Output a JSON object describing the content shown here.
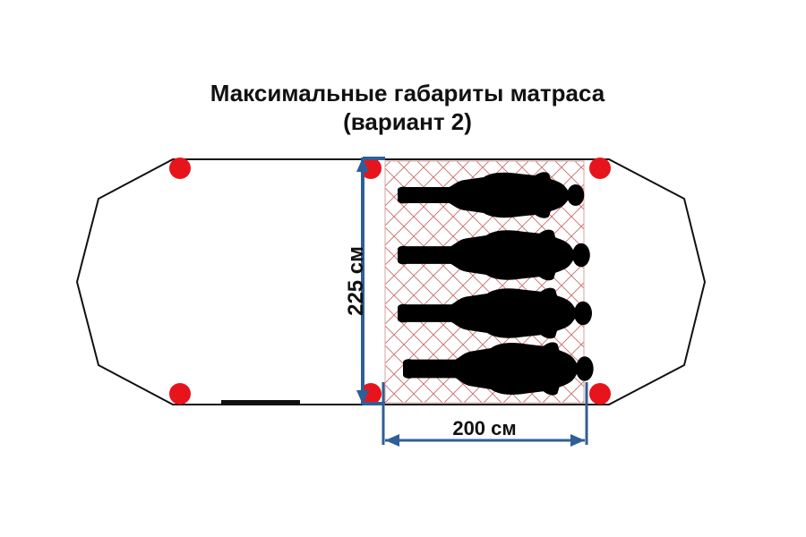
{
  "title": {
    "line1": "Максимальные габариты матраса",
    "line2": "(вариант 2)"
  },
  "dimensions": {
    "height_label": "225 см",
    "width_label": "200 см"
  },
  "figures": {
    "count": 4,
    "icon": "person-silhouette-icon"
  },
  "colors": {
    "outline": "#111111",
    "corner_marker": "#e8141c",
    "dimension_line": "#2f5f96",
    "mattress_grid": "#c96a6a",
    "silhouette": "#000000"
  }
}
